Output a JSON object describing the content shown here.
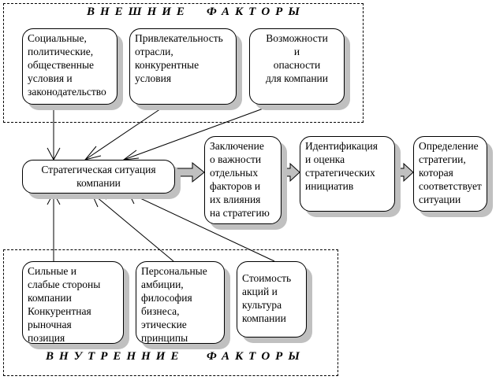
{
  "external": {
    "title_word1": "ВНЕШНИЕ",
    "title_word2": "ФАКТОРЫ",
    "boxes": [
      {
        "label": "Социальные,\nполитические,\nобщественные\nусловия и\nзаконодательство"
      },
      {
        "label": "Привлекательность\nотрасли,\nконкурентные\nусловия"
      },
      {
        "label": "Возможности\nи\nопасности\nдля     компании"
      }
    ]
  },
  "internal": {
    "title_word1": "ВНУТРЕННИЕ",
    "title_word2": "ФАКТОРЫ",
    "boxes": [
      {
        "label": "Сильные и\nслабые   стороны\nкомпании\nКонкурентная\nрыночная\nпозиция"
      },
      {
        "label": "Персональные\nамбиции,\nфилософия\nбизнеса,\nэтические\nпринципы"
      },
      {
        "label": "Стоимость\nакций  и\nкультура\nкомпании"
      }
    ]
  },
  "flow": {
    "center": {
      "label": "Стратегическая    ситуация\nкомпании"
    },
    "steps": [
      {
        "label": "Заключение\nо важности\nотдельных\nфакторов   и\nих влияния\nна стратегию"
      },
      {
        "label": "Идентификация\nи  оценка\nстратегических\nинициатив"
      },
      {
        "label": "Определение\nстратегии,\nкоторая\nсоответствует\nситуации"
      }
    ]
  },
  "colors": {
    "shadow": "#c0c0c0",
    "arrow_fill": "#c0c0c0",
    "line": "#000000"
  }
}
